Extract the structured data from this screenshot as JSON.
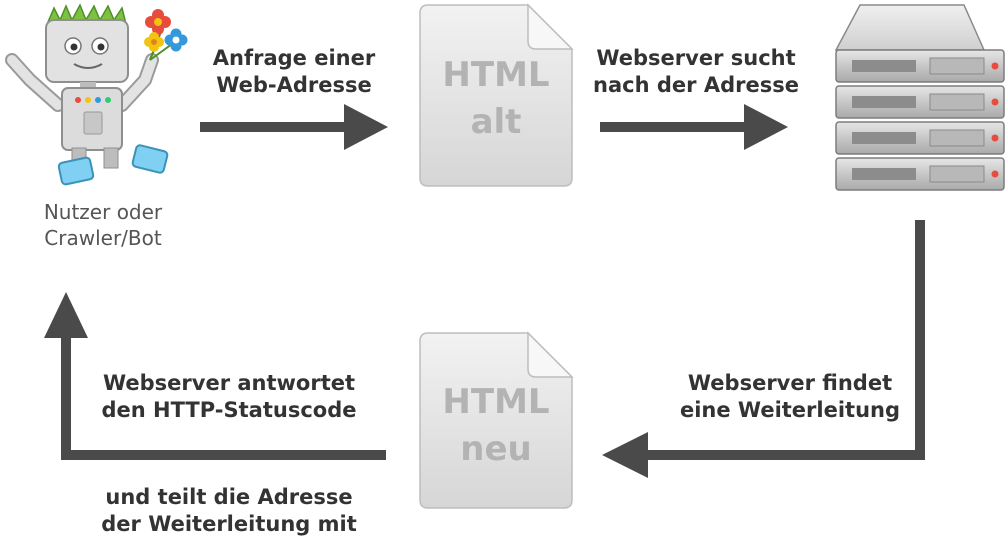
{
  "actor": {
    "name_line1": "Nutzer oder",
    "name_line2": "Crawler/Bot"
  },
  "documents": {
    "old": {
      "line1": "HTML",
      "line2": "alt"
    },
    "new": {
      "line1": "HTML",
      "line2": "neu"
    }
  },
  "steps": {
    "request": {
      "line1": "Anfrage einer",
      "line2": "Web-Adresse"
    },
    "search": {
      "line1": "Webserver sucht",
      "line2": "nach der Adresse"
    },
    "redirect_found": {
      "line1": "Webserver findet",
      "line2": "eine Weiterleitung"
    },
    "respond": {
      "line1": "Webserver antwortet",
      "line2": "den HTTP-Statuscode"
    },
    "share": {
      "line1": "und teilt die Adresse",
      "line2": "der Weiterleitung mit"
    }
  },
  "colors": {
    "arrow": "#4a4a4a",
    "document_fill": "#e4e4e4",
    "document_text": "#b3b3b3",
    "server_body": "#c9c9c9",
    "robot_body": "#d9d9d9"
  },
  "icons": {
    "actor": "robot-mascot-icon",
    "server": "server-rack-icon",
    "document": "html-document-icon"
  }
}
